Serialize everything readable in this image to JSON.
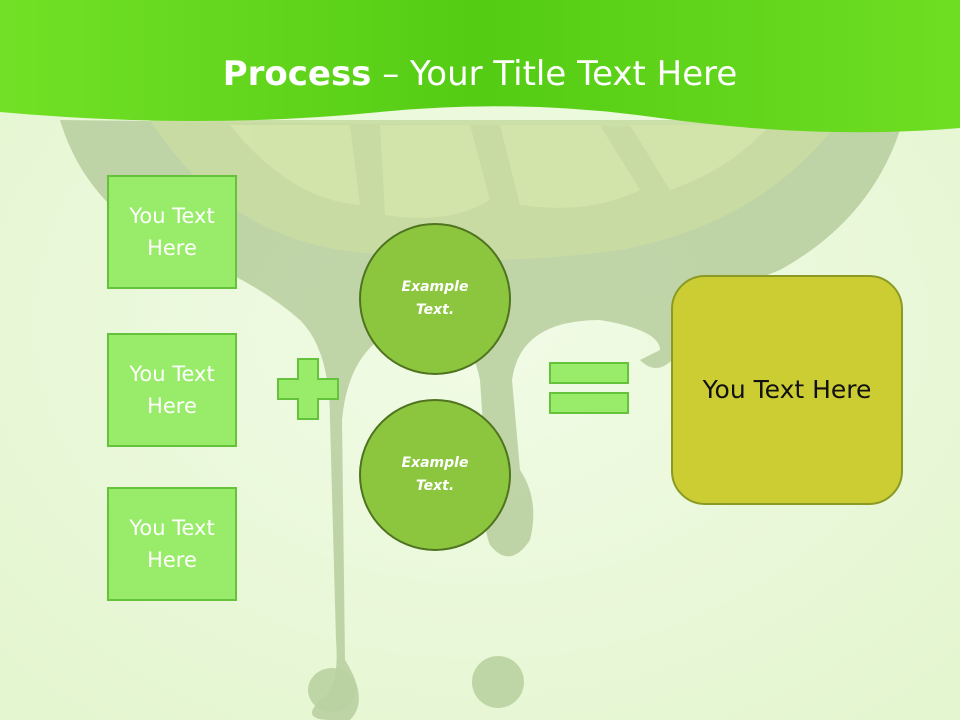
{
  "title": {
    "strong": "Process",
    "rest": " – Your Title Text Here"
  },
  "inputs": [
    {
      "label": "You Text Here"
    },
    {
      "label": "You Text Here"
    },
    {
      "label": "You Text Here"
    }
  ],
  "circles": [
    {
      "label": "Example Text."
    },
    {
      "label": "Example Text."
    }
  ],
  "result": {
    "label": "You Text Here"
  },
  "operators": {
    "plus": "plus-icon",
    "equals": "equals-icon"
  },
  "colors": {
    "header_green": "#66dd1e",
    "input_box": "#98ec6a",
    "circle": "#8cc63f",
    "result_box": "#cccc33",
    "background": "#e9f8d9"
  }
}
